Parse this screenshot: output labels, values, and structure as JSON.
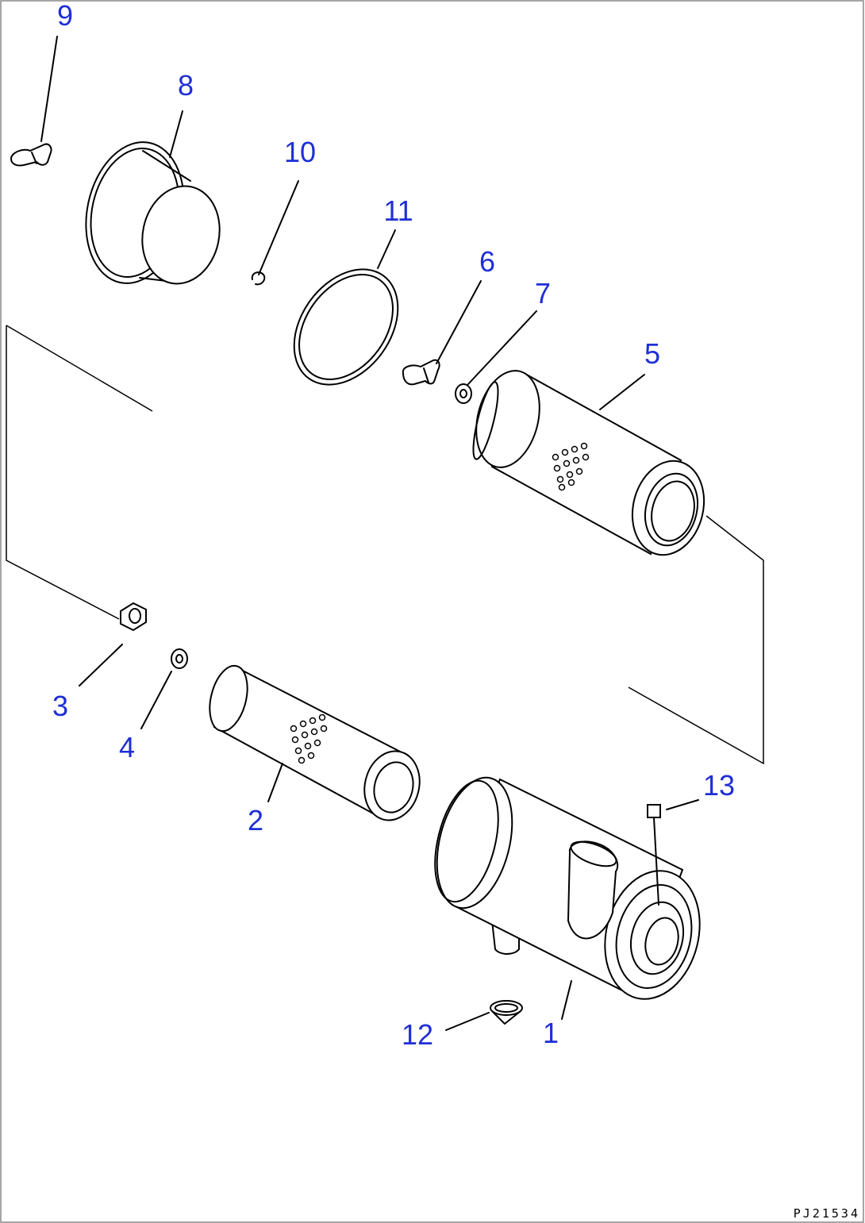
{
  "diagram": {
    "drawing_code": "PJ21534",
    "callouts": [
      {
        "id": "c1",
        "label": "1"
      },
      {
        "id": "c2",
        "label": "2"
      },
      {
        "id": "c3",
        "label": "3"
      },
      {
        "id": "c4",
        "label": "4"
      },
      {
        "id": "c5",
        "label": "5"
      },
      {
        "id": "c6",
        "label": "6"
      },
      {
        "id": "c7",
        "label": "7"
      },
      {
        "id": "c8",
        "label": "8"
      },
      {
        "id": "c9",
        "label": "9"
      },
      {
        "id": "c10",
        "label": "10"
      },
      {
        "id": "c11",
        "label": "11"
      },
      {
        "id": "c12",
        "label": "12"
      },
      {
        "id": "c13",
        "label": "13"
      }
    ]
  }
}
